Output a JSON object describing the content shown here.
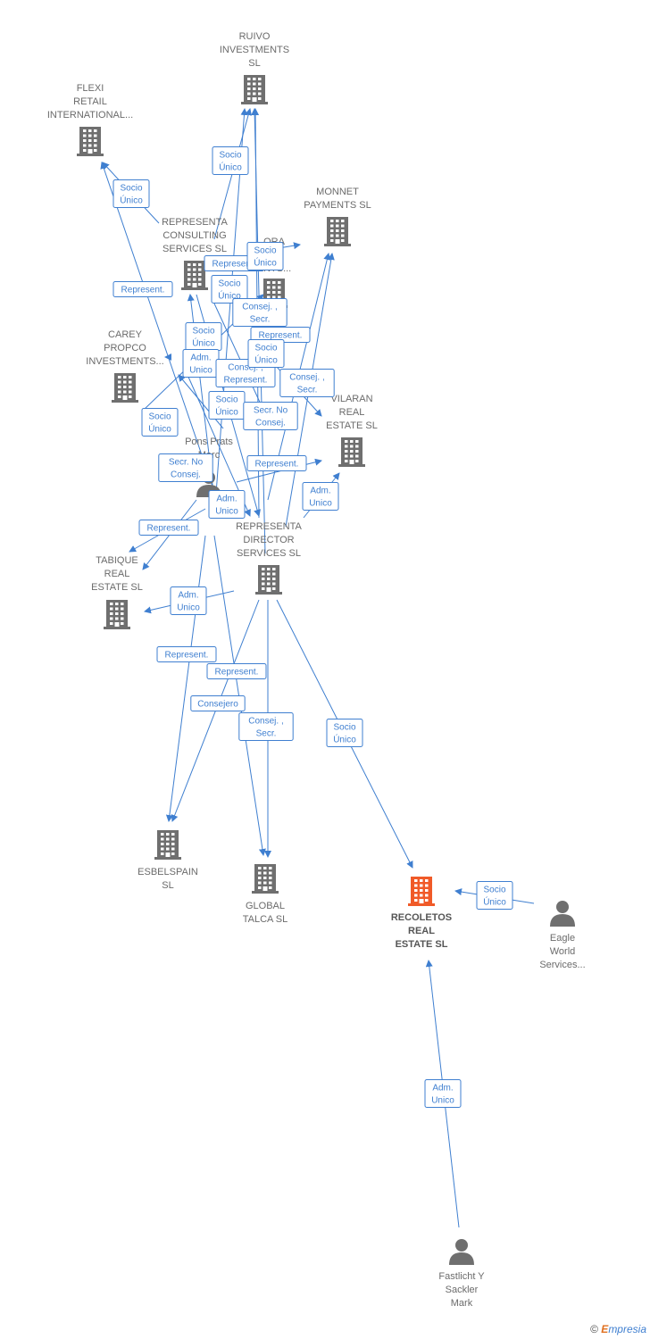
{
  "colors": {
    "edge": "#3f7fd0",
    "company": "#6f6f6f",
    "focus": "#f05a28",
    "person": "#6f6f6f"
  },
  "nodes": [
    {
      "id": "ruivo",
      "type": "company",
      "lines": [
        "RUIVO",
        "INVESTMENTS",
        "SL"
      ]
    },
    {
      "id": "flexi",
      "type": "company",
      "lines": [
        "FLEXI",
        "RETAIL",
        "INTERNATIONAL..."
      ]
    },
    {
      "id": "monnet",
      "type": "company",
      "lines": [
        "MONNET",
        "PAYMENTS  SL"
      ]
    },
    {
      "id": "rep_consulting",
      "type": "company",
      "lines": [
        "REPRESENTA",
        "CONSULTING",
        "SERVICES  SL"
      ]
    },
    {
      "id": "hidden_company",
      "type": "company",
      "lines": [
        "ORA",
        "O",
        "ENTS..."
      ]
    },
    {
      "id": "carey",
      "type": "company",
      "lines": [
        "CAREY",
        "PROPCO",
        "INVESTMENTS..."
      ]
    },
    {
      "id": "vilaran",
      "type": "company",
      "lines": [
        "VILARAN",
        "REAL",
        "ESTATE  SL"
      ]
    },
    {
      "id": "pons",
      "type": "person",
      "lines": [
        "Pons Prats",
        "Marc"
      ]
    },
    {
      "id": "rep_director",
      "type": "company",
      "lines": [
        "REPRESENTA",
        "DIRECTOR",
        "SERVICES  SL"
      ]
    },
    {
      "id": "tabique",
      "type": "company",
      "lines": [
        "TABIQUE",
        "REAL",
        "ESTATE  SL"
      ]
    },
    {
      "id": "esbelspain",
      "type": "company",
      "lines": [
        "ESBELSPAIN",
        "SL"
      ]
    },
    {
      "id": "global_talca",
      "type": "company",
      "lines": [
        "GLOBAL",
        "TALCA  SL"
      ]
    },
    {
      "id": "recoletos",
      "type": "focus",
      "lines": [
        "RECOLETOS",
        "REAL",
        "ESTATE  SL"
      ]
    },
    {
      "id": "eagle",
      "type": "person",
      "lines": [
        "Eagle",
        "World",
        "Services..."
      ]
    },
    {
      "id": "fastlicht",
      "type": "person",
      "lines": [
        "Fastlicht Y",
        "Sackler",
        "Mark"
      ]
    }
  ],
  "edge_labels": [
    {
      "id": "e1",
      "lines": [
        "Socio",
        "Único"
      ]
    },
    {
      "id": "e2",
      "lines": [
        "Socio",
        "Único"
      ]
    },
    {
      "id": "e3",
      "lines": [
        "Represent."
      ]
    },
    {
      "id": "e4",
      "lines": [
        "Represent."
      ]
    },
    {
      "id": "e5",
      "lines": [
        "Socio",
        "Único"
      ]
    },
    {
      "id": "e6",
      "lines": [
        "Socio",
        "Único"
      ]
    },
    {
      "id": "e7",
      "lines": [
        "Consej. ,",
        "Secr."
      ]
    },
    {
      "id": "e8",
      "lines": [
        "Socio",
        "Único"
      ]
    },
    {
      "id": "e9",
      "lines": [
        "Represent."
      ]
    },
    {
      "id": "e10",
      "lines": [
        "Adm.",
        "Unico"
      ]
    },
    {
      "id": "e11",
      "lines": [
        "Consej. ,",
        "Represent."
      ]
    },
    {
      "id": "e12",
      "lines": [
        "Socio",
        "Único"
      ]
    },
    {
      "id": "e13",
      "lines": [
        "Consej. ,",
        "Secr."
      ]
    },
    {
      "id": "e14",
      "lines": [
        "Socio",
        "Único"
      ]
    },
    {
      "id": "e15",
      "lines": [
        "Secr.  No",
        "Consej."
      ]
    },
    {
      "id": "e16",
      "lines": [
        "Socio",
        "Único"
      ]
    },
    {
      "id": "e17",
      "lines": [
        "Secr.  No",
        "Consej."
      ]
    },
    {
      "id": "e18",
      "lines": [
        "Represent."
      ]
    },
    {
      "id": "e19",
      "lines": [
        "Adm.",
        "Unico"
      ]
    },
    {
      "id": "e20",
      "lines": [
        "Adm.",
        "Unico"
      ]
    },
    {
      "id": "e21",
      "lines": [
        "Represent."
      ]
    },
    {
      "id": "e22",
      "lines": [
        "Adm.",
        "Unico"
      ]
    },
    {
      "id": "e23",
      "lines": [
        "Represent."
      ]
    },
    {
      "id": "e24",
      "lines": [
        "Represent."
      ]
    },
    {
      "id": "e25",
      "lines": [
        "Consejero"
      ]
    },
    {
      "id": "e26",
      "lines": [
        "Consej. ,",
        "Secr."
      ]
    },
    {
      "id": "e27",
      "lines": [
        "Socio",
        "Único"
      ]
    },
    {
      "id": "e28",
      "lines": [
        "Socio",
        "Único"
      ]
    },
    {
      "id": "e29",
      "lines": [
        "Adm.",
        "Unico"
      ]
    }
  ],
  "footer": {
    "copyright": "©",
    "brand_initial": "E",
    "brand_rest": "mpresia"
  }
}
